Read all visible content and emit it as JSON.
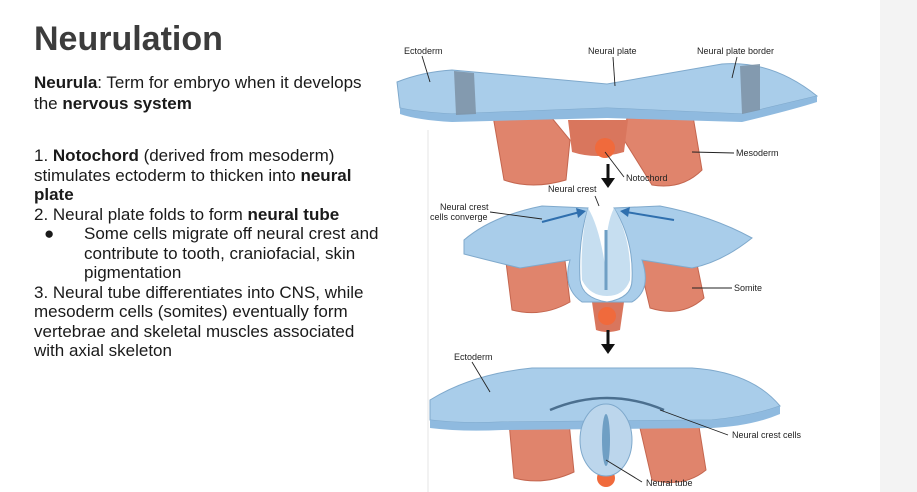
{
  "slide": {
    "title": "Neurulation",
    "intro": {
      "term": "Neurula",
      "text_before": ": Term for embryo when it develops the ",
      "emph": "nervous system"
    },
    "steps": {
      "s1_number": "1. ",
      "s1_bold": "Notochord",
      "s1_text": " (derived from mesoderm) stimulates ectoderm to thicken into ",
      "s1_bold2": "neural plate",
      "s2_text": "2. Neural plate folds to form ",
      "s2_bold": "neural tube",
      "bullet_symbol": "●",
      "bullet_text": "Some cells migrate off neural crest and contribute to tooth, craniofacial, skin pigmentation",
      "s3_text": "3. Neural tube differentiates into CNS, while mesoderm cells (somites) eventually form vertebrae and skeletal muscles associated with axial skeleton"
    }
  },
  "figure": {
    "labels": {
      "ectoderm_top": "Ectoderm",
      "neural_plate": "Neural plate",
      "neural_plate_border": "Neural plate border",
      "mesoderm": "Mesoderm",
      "notochord": "Notochord",
      "neural_crest": "Neural crest",
      "converge_1": "Neural crest",
      "converge_2": "cells converge",
      "somite": "Somite",
      "ectoderm_bottom": "Ectoderm",
      "neural_crest_cells": "Neural crest cells",
      "neural_tube": "Neural tube"
    },
    "colors": {
      "ectoderm": "#a9cdea",
      "ectoderm_dark": "#7fa9cc",
      "border_band": "#7e95a8",
      "mesoderm": "#e0846c",
      "mesoderm_dark": "#c4664f",
      "notochord": "#f06a3c"
    }
  }
}
